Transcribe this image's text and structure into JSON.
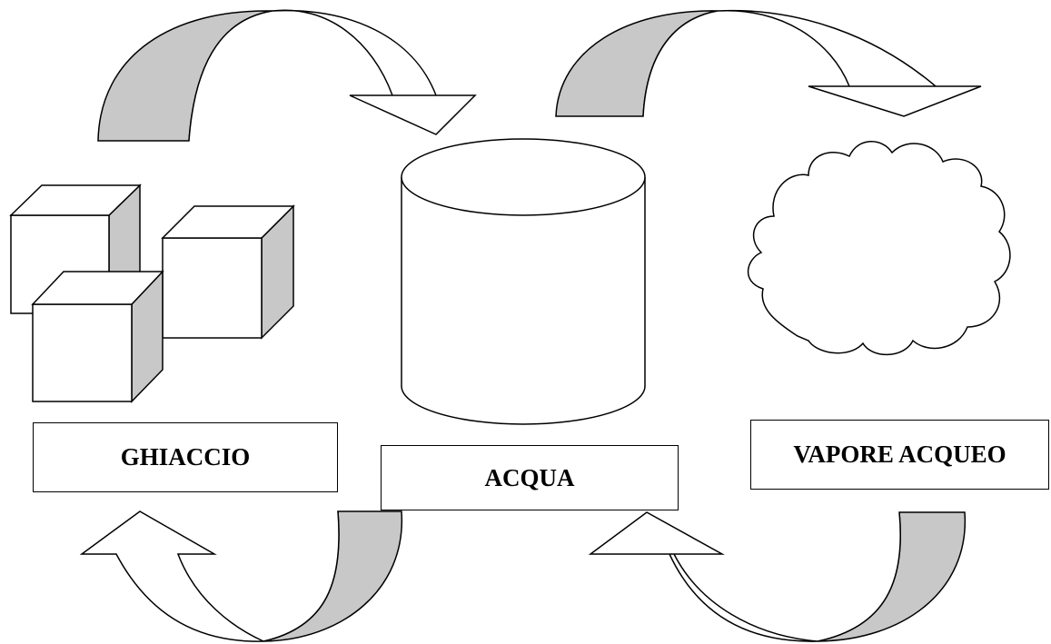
{
  "labels": {
    "ice": "GHIACCIO",
    "water": "ACQUA",
    "vapor": "VAPORE ACQUEO"
  },
  "colors": {
    "stroke": "#000000",
    "shade": "#c8c8c8",
    "fill": "#ffffff"
  },
  "icons": {
    "ice": "ice-cubes-icon",
    "water": "cylinder-icon",
    "vapor": "cloud-icon",
    "arrows": "curved-arrow-icon"
  }
}
